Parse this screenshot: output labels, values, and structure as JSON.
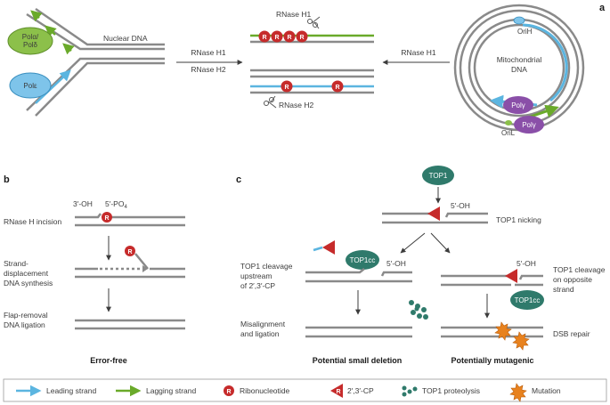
{
  "panels": {
    "a": "a",
    "b": "b",
    "c": "c"
  },
  "panel_a": {
    "pol_ad": "Polα/\nPolδ",
    "pol_e": "Polε",
    "nuclear_dna": "Nuclear DNA",
    "rnase_h1_h2_left_1": "RNase H1",
    "rnase_h1_h2_left_2": "RNase H2",
    "rnase_h1_top": "RNase H1",
    "rnase_h2_bottom": "RNase H2",
    "rnase_h1_right": "RNase H1",
    "mito_dna": "Mitochondrial\nDNA",
    "orih": "OriH",
    "oril": "OriL",
    "polg1": "Polγ",
    "polg2": "Polγ"
  },
  "panel_b": {
    "oh3": "3′-OH",
    "po4": "5′-PO4",
    "step1": "RNase H incision",
    "step2": "Strand-\ndisplacement\nDNA synthesis",
    "step3": "Flap-removal\nDNA ligation",
    "outcome": "Error-free"
  },
  "panel_c": {
    "top1": "TOP1",
    "oh5_top": "5′-OH",
    "nicking": "TOP1 nicking",
    "top1cc_left": "TOP1cc",
    "oh5_left": "5′-OH",
    "cleave_up": "TOP1 cleavage\nupstream\nof 2′,3′-CP",
    "misalign": "Misalignment\nand ligation",
    "outcome_left": "Potential small deletion",
    "oh5_right": "5′-OH",
    "top1cc_right": "TOP1cc",
    "cleave_opp": "TOP1 cleavage\non opposite\nstrand",
    "dsb": "DSB repair",
    "outcome_right": "Potentially mutagenic"
  },
  "ribonucleotide_letter": "R",
  "legend": {
    "leading": "Leading strand",
    "lagging": "Lagging strand",
    "ribo": "Ribonucleotide",
    "cp": "2′,3′-CP",
    "proteolysis": "TOP1 proteolysis",
    "mutation": "Mutation"
  },
  "colors": {
    "dna": "#8a8a8a",
    "leading": "#5bb5e0",
    "lagging": "#6aaa2a",
    "ribo": "#c62b2b",
    "top1": "#2f7a6b",
    "polg": "#8a4fa8",
    "pola": "#8cc04a",
    "pole": "#7ec4ea",
    "mutation": "#e8821e"
  }
}
